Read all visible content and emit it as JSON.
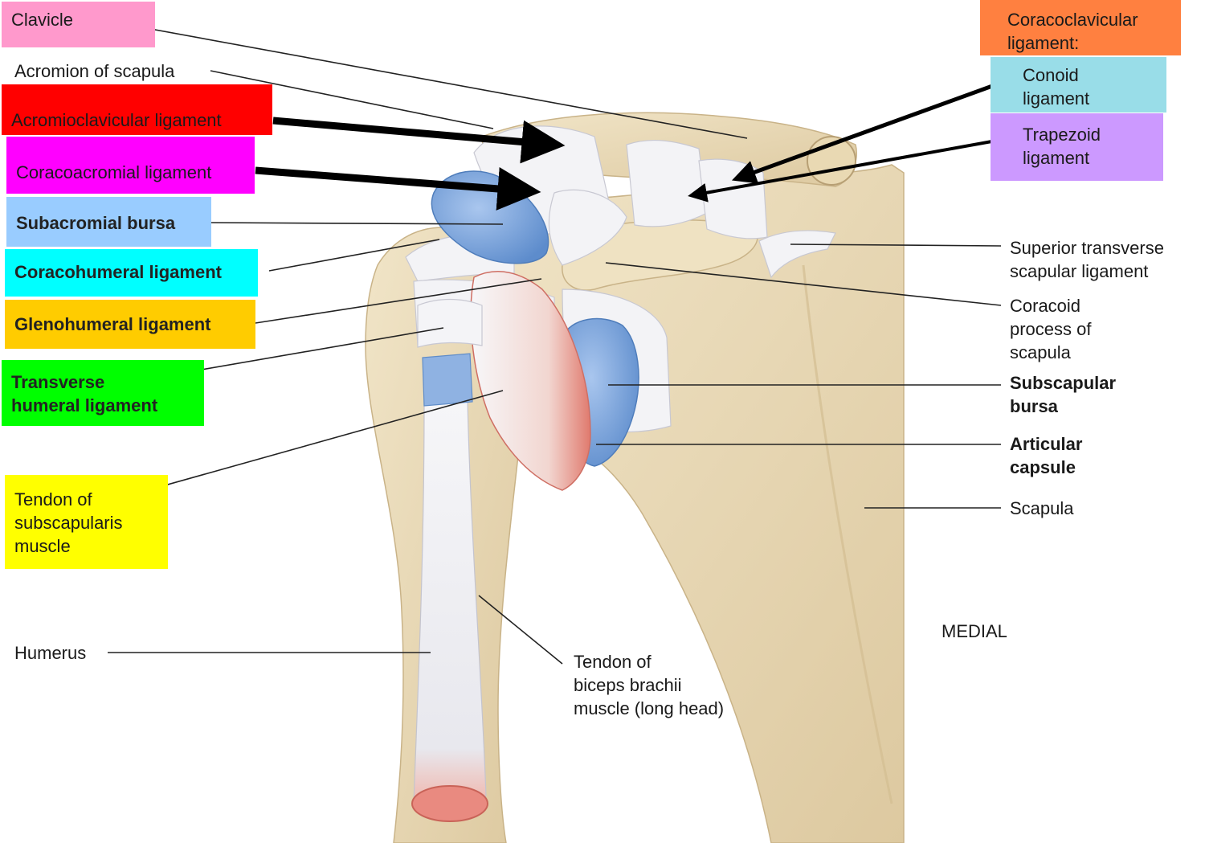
{
  "labels": {
    "clavicle": "Clavicle",
    "acromion": "Acromion of scapula",
    "acromioclavicular": "Acromioclavicular ligament",
    "coracoacromial": "Coracoacromial ligament",
    "subacromial_bursa": "Subacromial bursa",
    "coracohumeral": "Coracohumeral ligament",
    "glenohumeral": "Glenohumeral ligament",
    "transverse_humeral": "Transverse\nhumeral ligament",
    "tendon_subscapularis": "Tendon of\nsubscapularis\nmuscle",
    "humerus": "Humerus",
    "coracoclavicular": "Coracoclavicular\nligament:",
    "conoid": "Conoid\nligament",
    "trapezoid": "Trapezoid\nligament",
    "superior_transverse": "Superior transverse\nscapular ligament",
    "coracoid_process": "Coracoid\nprocess of\nscapula",
    "subscapular_bursa": "Subscapular\nbursa",
    "articular_capsule": "Articular\ncapsule",
    "scapula": "Scapula",
    "medial": "MEDIAL",
    "biceps_tendon": "Tendon of\nbiceps brachii\nmuscle (long head)"
  },
  "colors": {
    "clavicle_box": "#ff99cc",
    "acromioclavicular_box": "#ff0000",
    "coracoacromial_box": "#ff00ff",
    "subacromial_box": "#99ccff",
    "coracohumeral_box": "#00ffff",
    "glenohumeral_box": "#ffcc00",
    "transverse_box": "#00ff00",
    "subscapularis_box": "#ffff00",
    "coracoclavicular_box": "#ff8040",
    "conoid_box": "#99dde8",
    "trapezoid_box": "#cc99ff",
    "bone": "#ecdcb8",
    "ligament": "#f2f2f4",
    "bursa": "#7fa8dd",
    "muscle": "#e98a80"
  }
}
